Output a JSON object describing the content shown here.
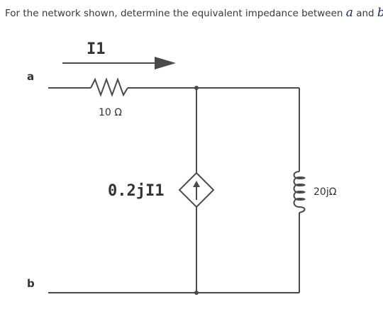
{
  "question": {
    "text": "For the network shown, determine the equivalent impedance between",
    "var_a": "a",
    "joiner": "and",
    "var_b": "b"
  },
  "circuit": {
    "current_label": "I1",
    "terminal_a": "a",
    "terminal_b": "b",
    "resistor_label": "10 Ω",
    "dependent_source_label": "0.2jI1",
    "inductor_label": "20jΩ"
  },
  "colors": {
    "wire": "#4a4a4a",
    "text": "#333333",
    "question_var": "#1a2a5a"
  }
}
